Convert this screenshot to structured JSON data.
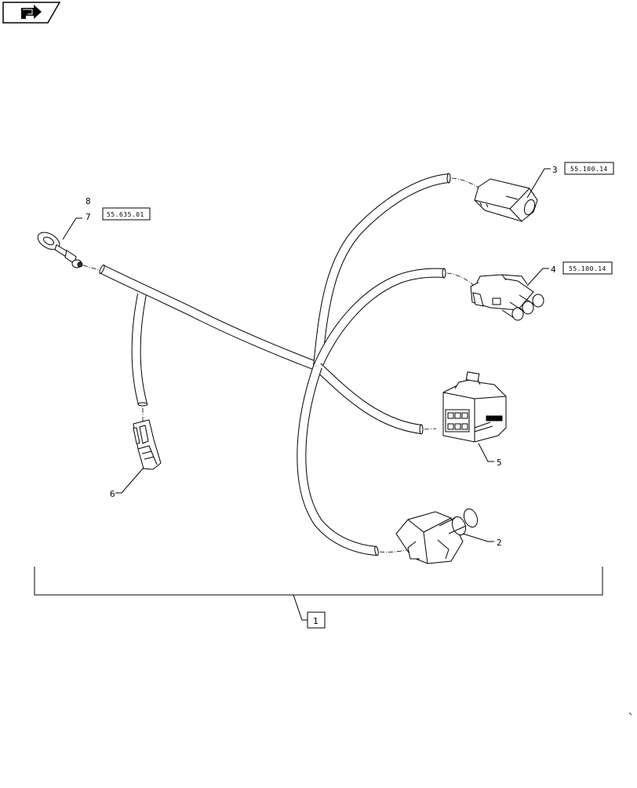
{
  "nav": {
    "icon": "next-page-icon"
  },
  "callouts": {
    "item_1": "1",
    "item_2": "2",
    "item_3": "3",
    "item_4": "4",
    "item_5": "5",
    "item_6": "6",
    "item_7": "7",
    "item_8": "8"
  },
  "references": {
    "ref_item_3": "55.100.14",
    "ref_item_4": "55.100.14",
    "ref_item_7": "55.635.01"
  },
  "colors": {
    "line": "#000000",
    "background": "#ffffff"
  }
}
